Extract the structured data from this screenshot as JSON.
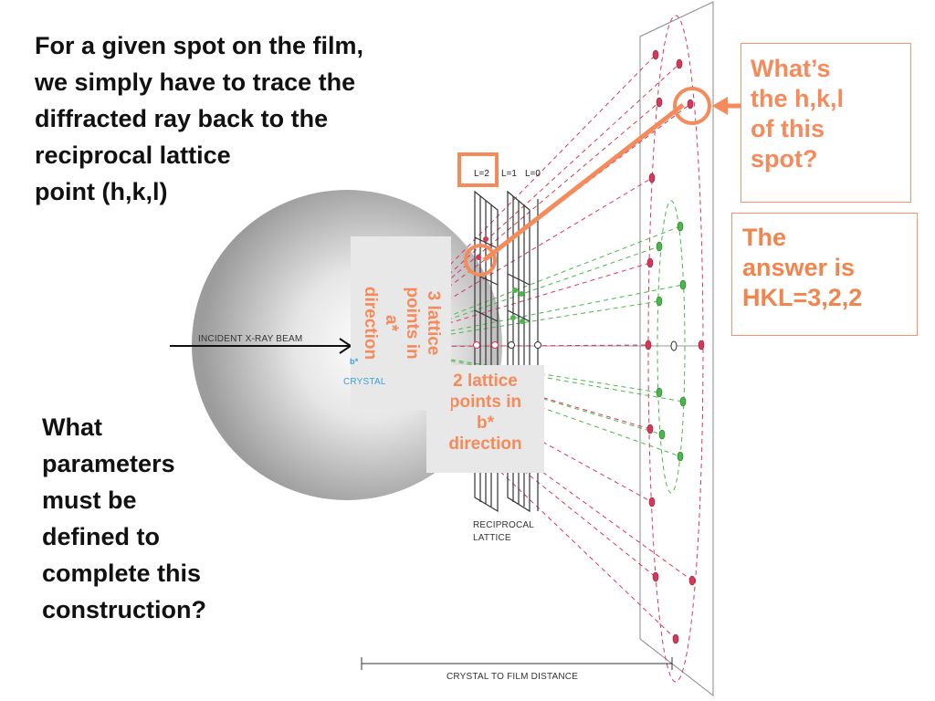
{
  "intro_text": "For a given spot on the film,\nwe simply have to trace the\ndiffracted ray back to the\nreciprocal lattice\npoint (h,k,l)",
  "question_text": "What\nparameters\nmust be\ndefined to\ncomplete this\nconstruction?",
  "callout_question": "What’s\nthe h,k,l\nof this\nspot?",
  "callout_answer": "The\nanswer is\nHKL=3,2,2",
  "label_b_direction": "2 lattice\npoints in\nb*\ndirection",
  "label_a_direction": "3 lattice\npoints in\na*\ndirection",
  "incident_beam_label": "INCIDENT X-RAY BEAM",
  "crystal_label": "CRYSTAL",
  "reciprocal_lattice_label": "RECIPROCAL\nLATTICE",
  "distance_label": "CRYSTAL TO FILM DISTANCE",
  "layer_labels": [
    "L=2",
    "L=1",
    "L=0"
  ],
  "crystal_axis_label": "b*",
  "colors": {
    "accent_orange": "#f58a5b",
    "red_ray": "#d9375a",
    "green_ray": "#49b848",
    "sphere_gray": "#b5b5b5",
    "crystal_blue": "#3b9fd8"
  }
}
